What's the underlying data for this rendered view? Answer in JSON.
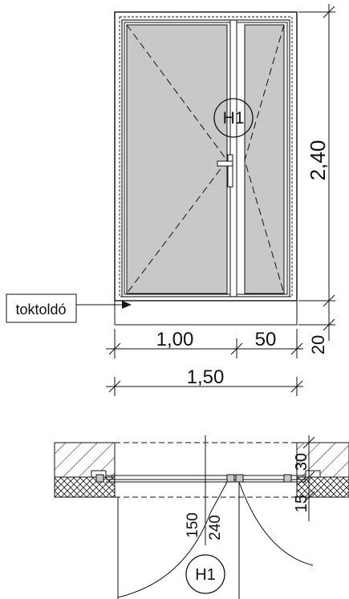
{
  "elevation": {
    "tag": "H1",
    "callout_label": "toktoldó",
    "dim_height": "2,40",
    "dim_sill": "20",
    "dim_leaf_main": "1,00",
    "dim_leaf_side": "50",
    "dim_total_width": "1,50"
  },
  "plan": {
    "tag": "H1",
    "dim_sill_height": "150",
    "dim_door_height": "240",
    "dim_wall_top": "30",
    "dim_wall_bottom": "15"
  },
  "colors": {
    "glass": "#c8c8c8",
    "line": "#111111",
    "paper": "#ffffff"
  }
}
